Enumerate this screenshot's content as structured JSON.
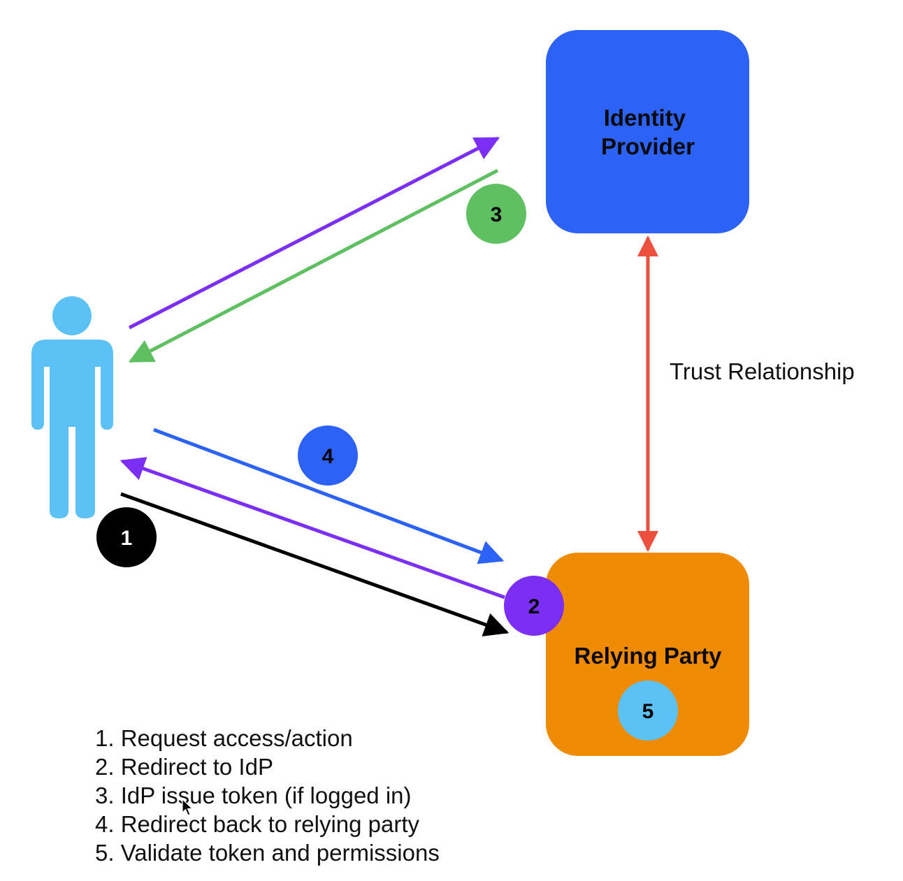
{
  "nodes": {
    "identity_provider": {
      "label_lines": [
        "Identity",
        "Provider"
      ],
      "color": "#2d62f6"
    },
    "relying_party": {
      "label": "Relying Party",
      "color": "#ef8a03"
    },
    "user": {
      "icon": "person-icon",
      "color": "#5cc2f5"
    }
  },
  "edges": {
    "trust": {
      "label": "Trust Relationship",
      "color": "#ec5140"
    },
    "step1": {
      "color": "#000000"
    },
    "step2_to_user": {
      "color": "#7b2ff5"
    },
    "step2_to_idp": {
      "color": "#7b2ff5"
    },
    "step3": {
      "color": "#5fc062"
    },
    "step4": {
      "color": "#2d62f6"
    }
  },
  "badges": [
    {
      "label": "1",
      "color": "#000000",
      "text_color": "#ffffff"
    },
    {
      "label": "2",
      "color": "#7b2ff5",
      "text_color": "#000000"
    },
    {
      "label": "3",
      "color": "#5fc062",
      "text_color": "#000000"
    },
    {
      "label": "4",
      "color": "#2d62f6",
      "text_color": "#000000"
    },
    {
      "label": "5",
      "color": "#5cc2f5",
      "text_color": "#000000"
    }
  ],
  "legend": [
    "1. Request access/action",
    "2. Redirect to IdP",
    "3. IdP issue token (if logged in)",
    "4. Redirect back to relying party",
    "5. Validate token and permissions"
  ],
  "cursor": {
    "icon": "mouse-pointer-icon"
  }
}
